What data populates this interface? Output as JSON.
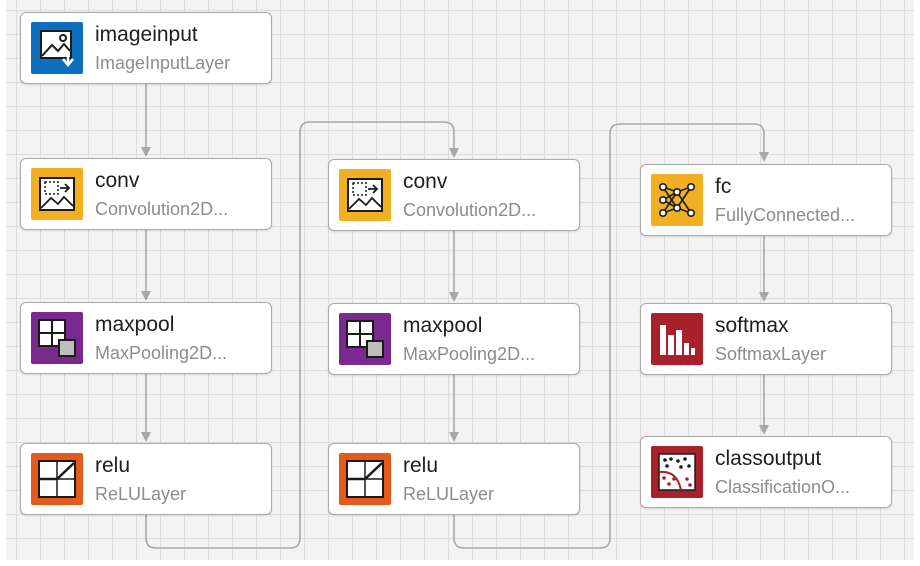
{
  "colors": {
    "input": "#0e6fc1",
    "conv": "#f0b022",
    "pool": "#7a2a8f",
    "relu": "#e35b1d",
    "fc": "#f0b022",
    "softmax": "#a8202a",
    "output": "#a8202a",
    "edge": "#a8a8a8"
  },
  "nodes": [
    {
      "id": "imageinput",
      "name": "imageinput",
      "type": "ImageInputLayer",
      "icon": "image-input-icon"
    },
    {
      "id": "conv1",
      "name": "conv",
      "type": "Convolution2D...",
      "icon": "convolution-icon"
    },
    {
      "id": "maxpool1",
      "name": "maxpool",
      "type": "MaxPooling2D...",
      "icon": "max-pooling-icon"
    },
    {
      "id": "relu1",
      "name": "relu",
      "type": "ReLULayer",
      "icon": "relu-icon"
    },
    {
      "id": "conv2",
      "name": "conv",
      "type": "Convolution2D...",
      "icon": "convolution-icon"
    },
    {
      "id": "maxpool2",
      "name": "maxpool",
      "type": "MaxPooling2D...",
      "icon": "max-pooling-icon"
    },
    {
      "id": "relu2",
      "name": "relu",
      "type": "ReLULayer",
      "icon": "relu-icon"
    },
    {
      "id": "fc",
      "name": "fc",
      "type": "FullyConnected...",
      "icon": "fully-connected-icon"
    },
    {
      "id": "softmax",
      "name": "softmax",
      "type": "SoftmaxLayer",
      "icon": "softmax-icon"
    },
    {
      "id": "classoutput",
      "name": "classoutput",
      "type": "ClassificationO...",
      "icon": "classification-output-icon"
    }
  ],
  "edges": [
    [
      "imageinput",
      "conv1"
    ],
    [
      "conv1",
      "maxpool1"
    ],
    [
      "maxpool1",
      "relu1"
    ],
    [
      "relu1",
      "conv2"
    ],
    [
      "conv2",
      "maxpool2"
    ],
    [
      "maxpool2",
      "relu2"
    ],
    [
      "relu2",
      "fc"
    ],
    [
      "fc",
      "softmax"
    ],
    [
      "softmax",
      "classoutput"
    ]
  ]
}
